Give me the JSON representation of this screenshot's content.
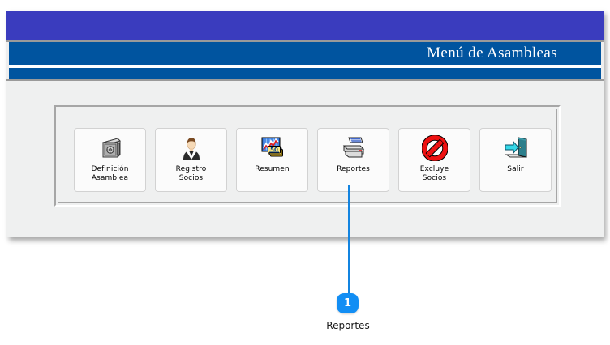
{
  "window": {
    "form_title": "Menú de Asambleas",
    "banner_color": "#3a3cbe",
    "caption_color": "#00549f",
    "client_color": "#eff0f0"
  },
  "toolbar": {
    "buttons": [
      {
        "label": "Definición\nAsamblea",
        "icon": "safe-icon"
      },
      {
        "label": "Registro\nSocios",
        "icon": "user-suit-icon"
      },
      {
        "label": "Resumen",
        "icon": "chart-money-icon"
      },
      {
        "label": "Reportes",
        "icon": "printer-icon"
      },
      {
        "label": "Excluye\nSocios",
        "icon": "prohibition-icon"
      },
      {
        "label": "Salir",
        "icon": "exit-door-icon"
      }
    ]
  },
  "annotation": {
    "number": "1",
    "caption": "Reportes",
    "accent_color": "#128ef4",
    "line_color": "#1384e0"
  }
}
